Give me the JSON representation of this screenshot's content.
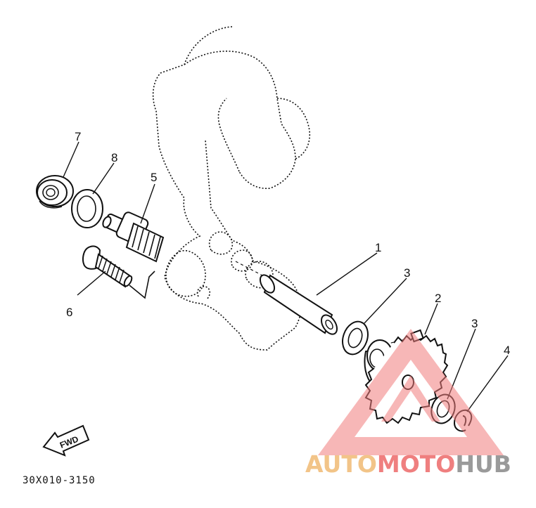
{
  "callouts": {
    "c1": "1",
    "c2": "2",
    "c3a": "3",
    "c3b": "3",
    "c4": "4",
    "c5": "5",
    "c6": "6",
    "c7": "7",
    "c8": "8"
  },
  "fwd_label": "FWD",
  "diagram_code": "30X010-3150",
  "watermark": {
    "part1": "AUTO",
    "part2": "MOTO",
    "part3": "HUB",
    "color1": "#f2c488",
    "color2": "#ef7f7f",
    "color3": "#9a9a9a"
  },
  "colors": {
    "line": "#111111",
    "watermark_triangle": "#f07c7c"
  }
}
